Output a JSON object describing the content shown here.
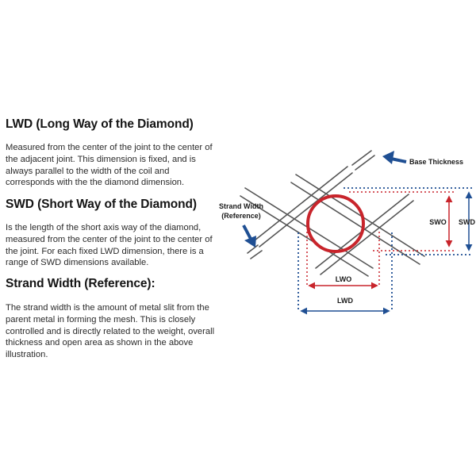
{
  "sections": {
    "lwd": {
      "heading": "LWD (Long Way of the Diamond)",
      "body": "Measured from the center of the joint to the center of the adjacent joint. This dimension is fixed, and is always parallel to the width of the coil and corresponds with the the diamond dimension."
    },
    "swd": {
      "heading": "SWD (Short Way of the Diamond)",
      "body": "Is the length of the short axis way of the diamond, measured from the center of the joint to the center of the joint. For each fixed LWD dimension, there is a range of SWD dimensions available."
    },
    "strand_width": {
      "heading": "Strand Width (Reference):",
      "body": "The strand width is the amount of metal slit from the parent metal in forming the mesh. This is closely controlled and is directly related to the weight, overall thickness and open area as shown in the above illustration."
    }
  },
  "diagram": {
    "labels": {
      "base_thickness": "Base Thickness",
      "strand_width_line1": "Strand Width",
      "strand_width_line2": "(Reference)",
      "swo": "SWO",
      "swd": "SWD",
      "lwo": "LWO",
      "lwd": "LWD"
    },
    "colors": {
      "blue": "#1f4f93",
      "red": "#c8242b",
      "strand": "#555555"
    }
  }
}
